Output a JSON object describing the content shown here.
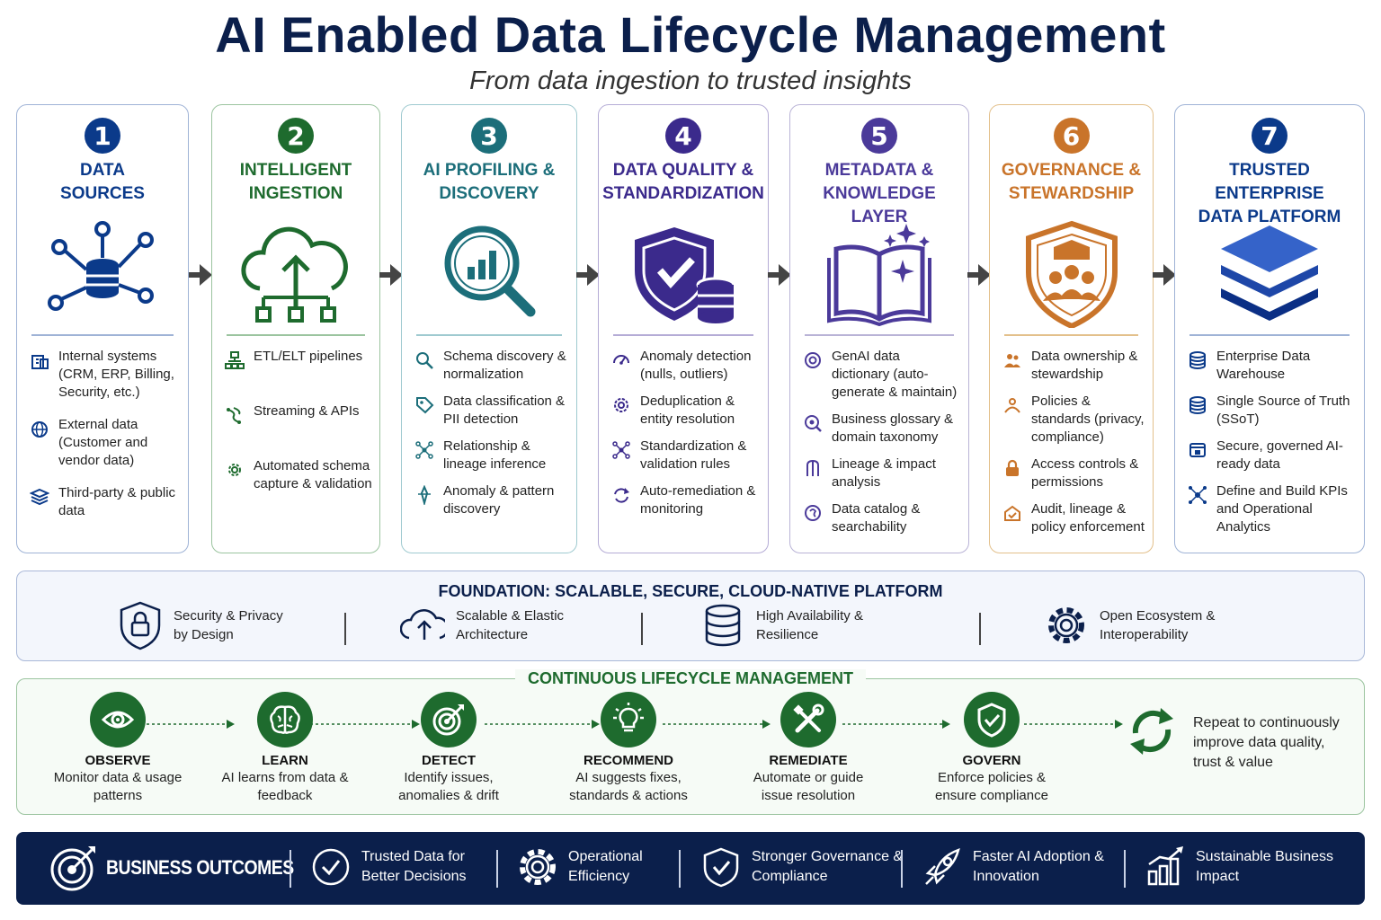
{
  "header": {
    "title": "AI Enabled Data Lifecycle Management",
    "subtitle": "From data ingestion to trusted insights"
  },
  "stages": [
    {
      "number": "1",
      "title": "DATA\nSOURCES",
      "color": "#0b3a8a",
      "icon": "database-network-icon",
      "items": [
        {
          "icon": "building-icon",
          "text": "Internal systems (CRM, ERP, Billing, Security, etc.)"
        },
        {
          "icon": "globe-icon",
          "text": "External data (Customer and vendor data)"
        },
        {
          "icon": "layers-icon",
          "text": "Third-party & public data"
        }
      ]
    },
    {
      "number": "2",
      "title": "INTELLIGENT\nINGESTION",
      "color": "#1e6b2e",
      "icon": "cloud-upload-icon",
      "items": [
        {
          "icon": "pipeline-icon",
          "text": "ETL/ELT pipelines"
        },
        {
          "icon": "stream-icon",
          "text": "Streaming & APIs"
        },
        {
          "icon": "gear-check-icon",
          "text": "Automated schema capture & validation"
        }
      ]
    },
    {
      "number": "3",
      "title": "AI PROFILING &\nDISCOVERY",
      "color": "#1c6e7a",
      "icon": "magnifier-chart-icon",
      "items": [
        {
          "icon": "search-icon",
          "text": "Schema discovery & normalization"
        },
        {
          "icon": "tag-icon",
          "text": "Data classification & PII detection"
        },
        {
          "icon": "network-icon",
          "text": "Relationship & lineage inference"
        },
        {
          "icon": "pattern-icon",
          "text": "Anomaly & pattern discovery"
        }
      ]
    },
    {
      "number": "4",
      "title": "DATA QUALITY &\nSTANDARDIZATION",
      "color": "#3b2a8c",
      "icon": "shield-database-icon",
      "items": [
        {
          "icon": "anomaly-icon",
          "text": "Anomaly detection (nulls, outliers)"
        },
        {
          "icon": "gear-icon",
          "text": "Deduplication & entity resolution"
        },
        {
          "icon": "network-icon",
          "text": "Standardization & validation rules"
        },
        {
          "icon": "refresh-icon",
          "text": "Auto-remediation & monitoring"
        }
      ]
    },
    {
      "number": "5",
      "title": "METADATA &\nKNOWLEDGE LAYER",
      "color": "#4b3a9a",
      "icon": "book-sparkle-icon",
      "items": [
        {
          "icon": "ai-chip-icon",
          "text": "GenAI data dictionary (auto-generate & maintain)"
        },
        {
          "icon": "glossary-icon",
          "text": "Business glossary & domain taxonomy"
        },
        {
          "icon": "lineage-icon",
          "text": "Lineage & impact analysis"
        },
        {
          "icon": "catalog-icon",
          "text": "Data catalog & searchability"
        }
      ]
    },
    {
      "number": "6",
      "title": "GOVERNANCE &\nSTEWARDSHIP",
      "color": "#c9742a",
      "icon": "shield-people-icon",
      "items": [
        {
          "icon": "people-icon",
          "text": "Data ownership & stewardship"
        },
        {
          "icon": "policy-icon",
          "text": "Policies & standards (privacy, compliance)"
        },
        {
          "icon": "lock-icon",
          "text": "Access controls & permissions"
        },
        {
          "icon": "audit-icon",
          "text": "Audit, lineage & policy enforcement"
        }
      ]
    },
    {
      "number": "7",
      "title": "TRUSTED ENTERPRISE\nDATA PLATFORM",
      "color": "#0b3a8a",
      "icon": "stack-layers-icon",
      "items": [
        {
          "icon": "database-icon",
          "text": "Enterprise Data Warehouse"
        },
        {
          "icon": "database-icon",
          "text": "Single Source of Truth (SSoT)"
        },
        {
          "icon": "secure-data-icon",
          "text": "Secure, governed AI-ready data"
        },
        {
          "icon": "kpi-icon",
          "text": "Define and Build KPIs and Operational Analytics"
        }
      ]
    }
  ],
  "foundation": {
    "title": "FOUNDATION: SCALABLE, SECURE, CLOUD-NATIVE PLATFORM",
    "items": [
      {
        "icon": "shield-lock-icon",
        "text": "Security & Privacy by Design"
      },
      {
        "icon": "cloud-upload-icon",
        "text": "Scalable & Elastic Architecture"
      },
      {
        "icon": "database-icon",
        "text": "High Availability & Resilience"
      },
      {
        "icon": "gear-icon",
        "text": "Open Ecosystem & Interoperability"
      }
    ]
  },
  "cycle": {
    "title": "CONTINUOUS LIFECYCLE MANAGEMENT",
    "steps": [
      {
        "name": "OBSERVE",
        "desc": "Monitor data & usage patterns",
        "icon": "eye-icon"
      },
      {
        "name": "LEARN",
        "desc": "AI learns from data & feedback",
        "icon": "brain-icon"
      },
      {
        "name": "DETECT",
        "desc": "Identify issues, anomalies & drift",
        "icon": "target-icon"
      },
      {
        "name": "RECOMMEND",
        "desc": "AI suggests fixes, standards & actions",
        "icon": "lightbulb-icon"
      },
      {
        "name": "REMEDIATE",
        "desc": "Automate or guide issue resolution",
        "icon": "tools-icon"
      },
      {
        "name": "GOVERN",
        "desc": "Enforce policies & ensure compliance",
        "icon": "shield-check-icon"
      }
    ],
    "repeat_text": "Repeat to continuously improve data quality, trust & value"
  },
  "outcomes": {
    "title": "BUSINESS OUTCOMES",
    "items": [
      {
        "icon": "check-circle-icon",
        "text": "Trusted Data for Better Decisions"
      },
      {
        "icon": "gear-icon",
        "text": "Operational Efficiency"
      },
      {
        "icon": "shield-check-icon",
        "text": "Stronger Governance & Compliance"
      },
      {
        "icon": "rocket-icon",
        "text": "Faster AI Adoption & Innovation"
      },
      {
        "icon": "growth-chart-icon",
        "text": "Sustainable Business Impact"
      }
    ]
  }
}
